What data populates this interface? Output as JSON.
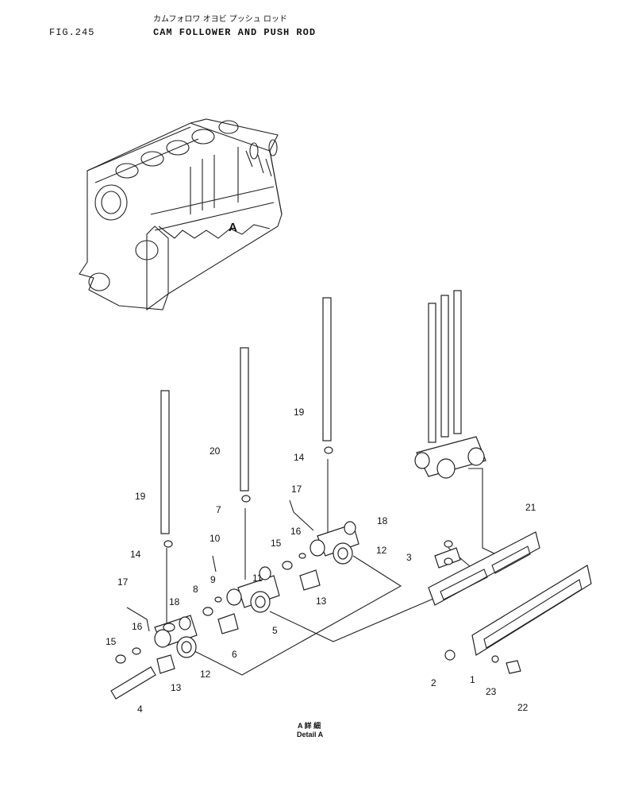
{
  "header": {
    "figure_id": "FIG.245",
    "title_jp": "カムフォロワ オヨビ プッシュ ロッド",
    "title_en": "CAM FOLLOWER AND PUSH ROD"
  },
  "engine_view": {
    "detail_marker": "A"
  },
  "part_labels": [
    "1",
    "2",
    "3",
    "4",
    "5",
    "6",
    "7",
    "8",
    "9",
    "10",
    "11",
    "12",
    "12",
    "13",
    "13",
    "14",
    "14",
    "15",
    "15",
    "16",
    "16",
    "17",
    "17",
    "18",
    "18",
    "19",
    "19",
    "20",
    "21",
    "22",
    "23"
  ],
  "detail_caption": {
    "line1": "A 詳 細",
    "line2": "Detail  A"
  }
}
